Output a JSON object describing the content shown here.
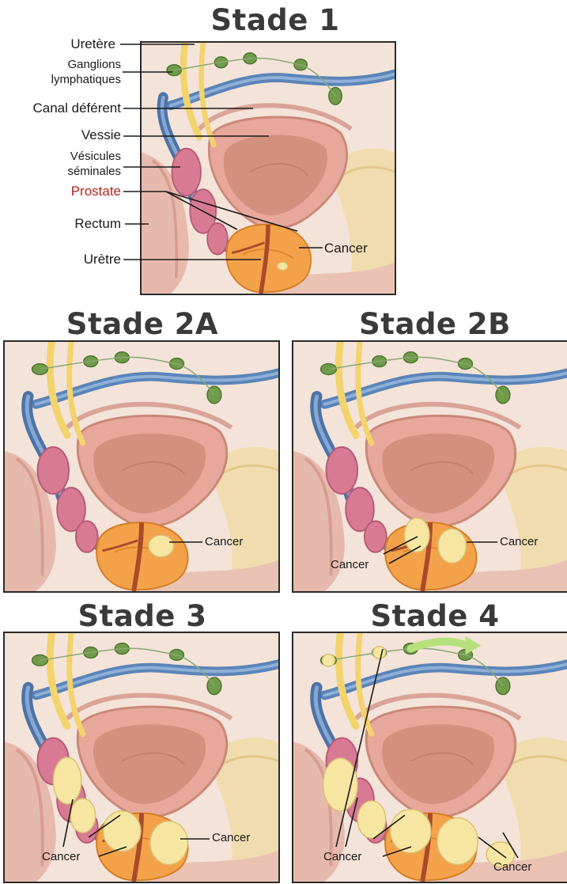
{
  "stages": {
    "s1": "Stade 1",
    "s2a": "Stade 2A",
    "s2b": "Stade 2B",
    "s3": "Stade 3",
    "s4": "Stade 4"
  },
  "labels": {
    "uretere": "Uretère",
    "ganglions_1": "Ganglions",
    "ganglions_2": "lymphatiques",
    "canal": "Canal déférent",
    "vessie": "Vessie",
    "vesicules_1": "Vésicules",
    "vesicules_2": "séminales",
    "prostate": "Prostate",
    "rectum": "Rectum",
    "uretre": "Urètre",
    "cancer": "Cancer"
  },
  "colors": {
    "prostate_label": "#b3241d",
    "prostate": "#f4a24a",
    "bladder": "#e7a79a",
    "vessel": "#5b84b8",
    "ureter": "#f3d36b",
    "seminal_vesicle": "#d97a95",
    "lymph_node": "#6f9b4a",
    "tumor": "#f6e6a2"
  }
}
